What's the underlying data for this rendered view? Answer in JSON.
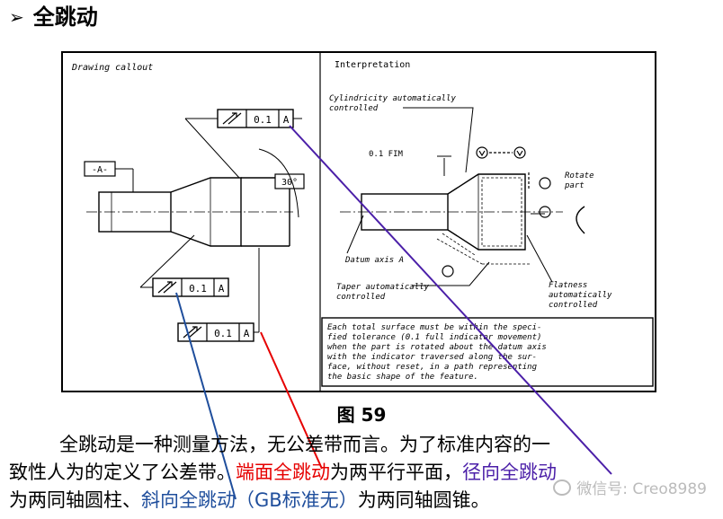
{
  "title": "全跳动",
  "figure": {
    "left_label": "Drawing callout",
    "right_label": "Interpretation",
    "datum_label": "-A-",
    "angle_label": "30°",
    "fcf_top": {
      "symbol": "全跳动",
      "tol": "0.1",
      "datum": "A"
    },
    "fcf_mid": {
      "symbol": "全跳动",
      "tol": "0.1",
      "datum": "A"
    },
    "fcf_bot": {
      "symbol": "全跳动",
      "tol": "0.1",
      "datum": "A"
    },
    "note_cyl_1": "Cylindricity automatically",
    "note_cyl_2": "controlled",
    "fim": "0.1 FIM",
    "rotate_1": "Rotate",
    "rotate_2": "part",
    "datum_axis": "Datum axis A",
    "taper_1": "Taper automatically",
    "taper_2": "controlled",
    "flat_1": "Flatness",
    "flat_2": "automatically",
    "flat_3": "controlled",
    "box_lines": [
      "Each total surface must be within the speci-",
      "fied tolerance (0.1 full indicator movement)",
      "when the part is rotated about the datum axis",
      "with the indicator traversed along the sur-",
      "face, without reset, in a path representing",
      "the basic shape of the feature."
    ]
  },
  "caption": "图 59",
  "paragraph": {
    "l1": "全跳动是一种测量方法，无公差带而言。为了标准内容的一",
    "l2a": "致性人为的定义了公差带。",
    "l2b": "端面全跳动",
    "l2c": "为两平行平面，",
    "l2d": "径向全跳动",
    "l3a": "为两同轴圆柱、",
    "l3b": "斜向全跳动（GB标准无）",
    "l3c": "为两同轴圆锥。"
  },
  "watermark": "微信号: Creo8989",
  "colors": {
    "red": "#e60000",
    "purple": "#4b1fa8",
    "blue": "#1f4e9c"
  }
}
